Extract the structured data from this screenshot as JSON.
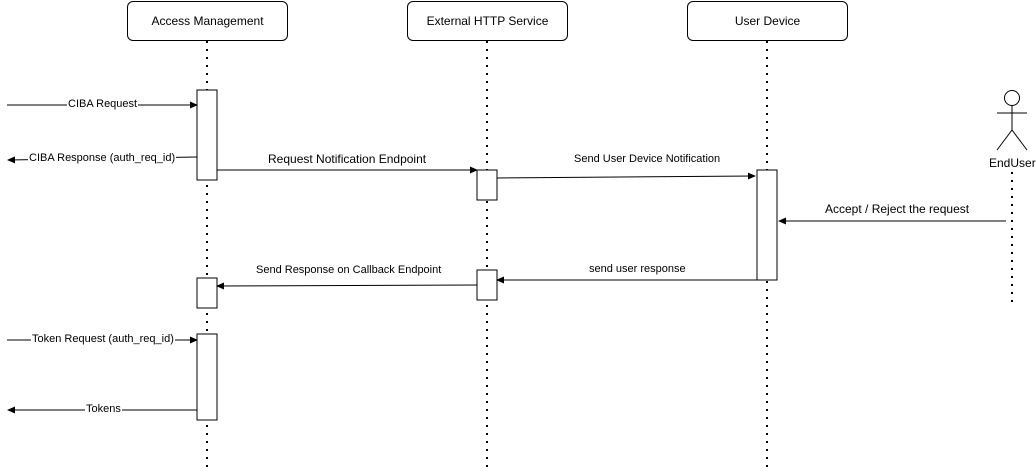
{
  "participants": {
    "access_management": "Access Management",
    "external_http": "External HTTP Service",
    "user_device": "User Device",
    "end_user": "EndUser"
  },
  "messages": {
    "ciba_request": "CIBA Request",
    "ciba_response": "CIBA Response (auth_req_id)",
    "request_notification": "Request Notification Endpoint",
    "send_device_notification": "Send User Device Notification",
    "accept_reject": "Accept / Reject the request",
    "send_user_response": "send user response",
    "send_callback": "Send Response on Callback Endpoint",
    "token_request": "Token Request (auth_req_id)",
    "tokens": "Tokens"
  },
  "colors": {
    "stroke": "#000000",
    "background": "#ffffff"
  }
}
